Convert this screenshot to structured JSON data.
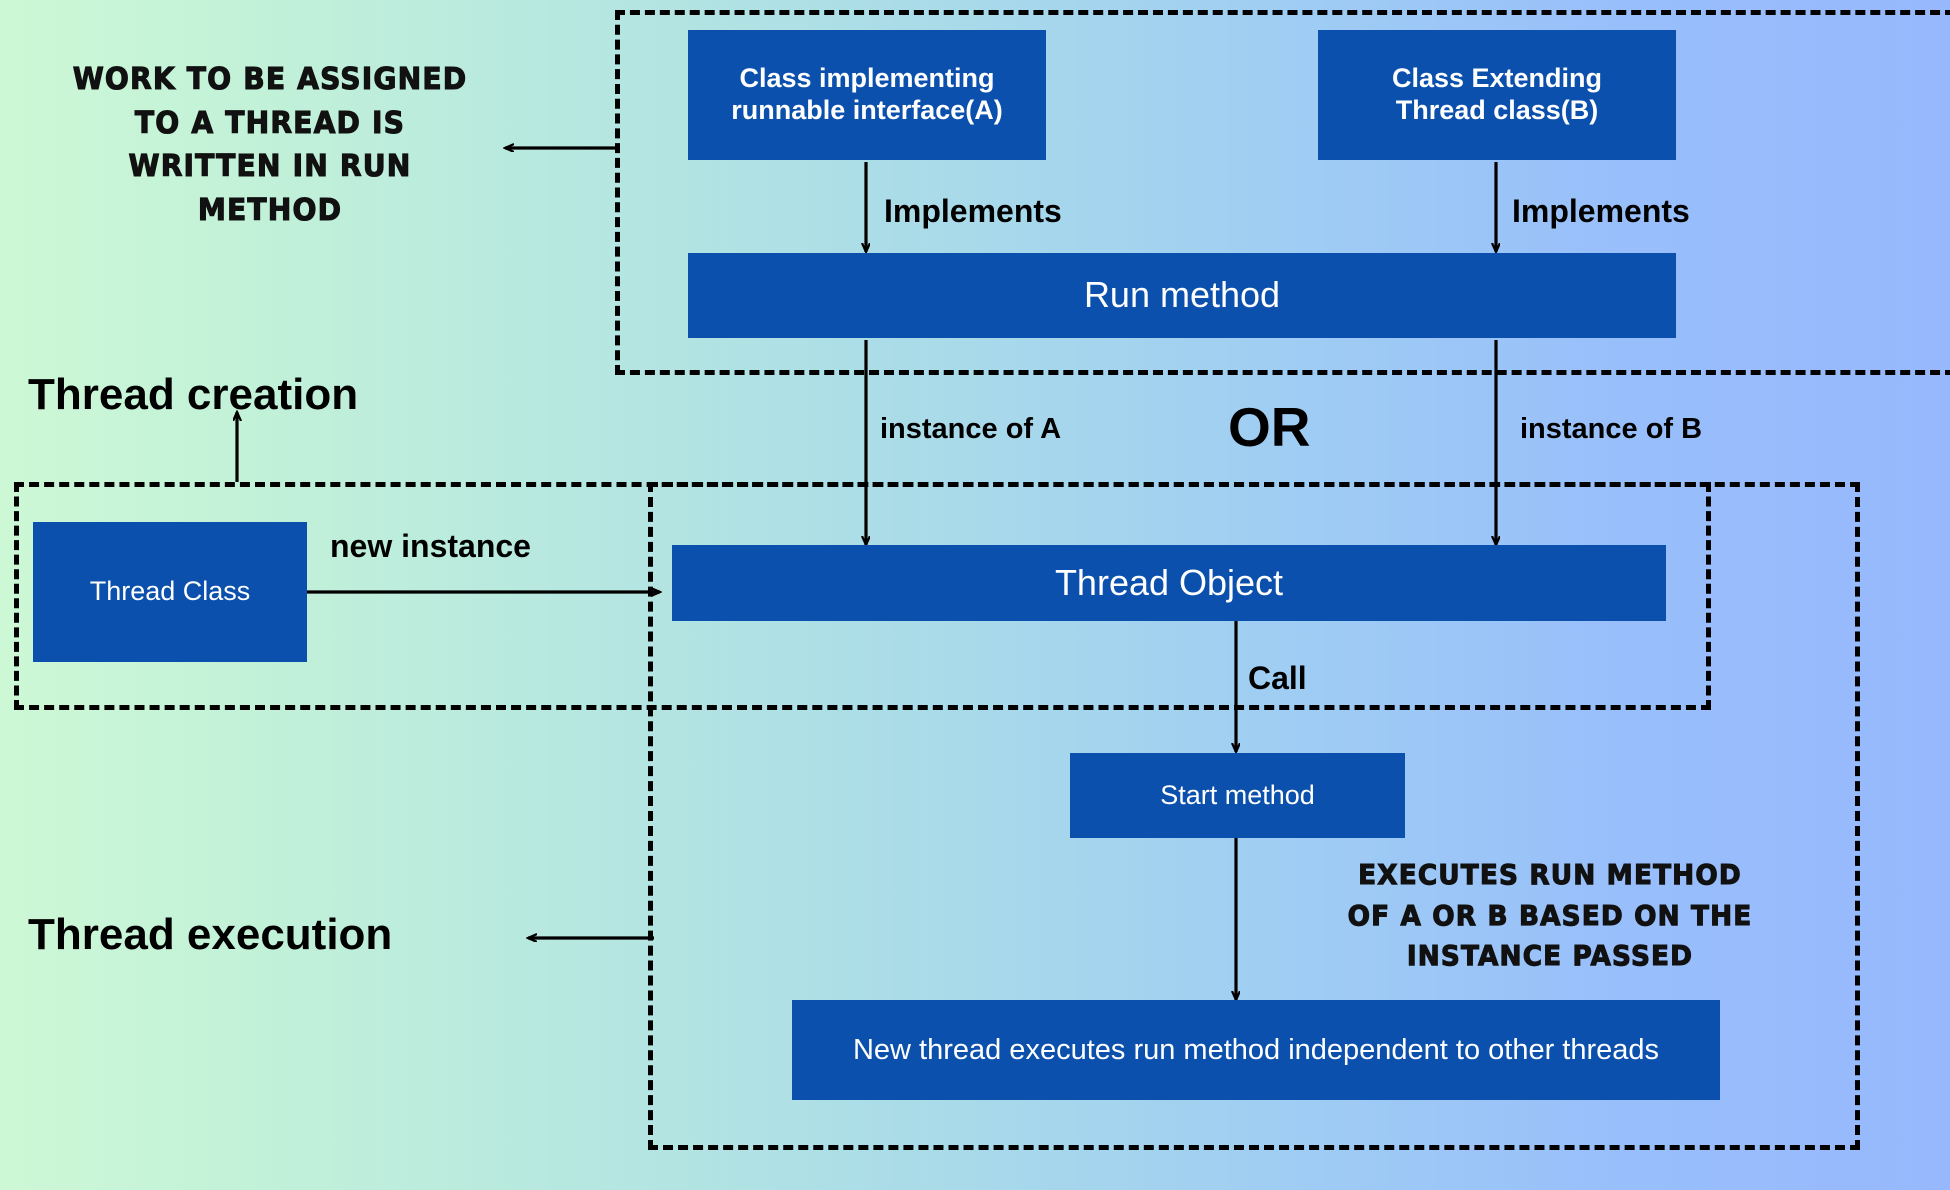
{
  "diagram": {
    "title_hidden": "Java Thread creation and execution flow",
    "background": {
      "from": "#cdf8d6",
      "to": "#97b8fd"
    },
    "box_color": "#0B50AC",
    "box_text_color": "#ffffff",
    "line_color": "#000000"
  },
  "groups": [
    {
      "id": "run-method-group",
      "label": ""
    },
    {
      "id": "thread-creation-group",
      "label": ""
    },
    {
      "id": "thread-execution-group",
      "label": ""
    }
  ],
  "sections": {
    "creation": "Thread creation",
    "execution": "Thread execution"
  },
  "callouts": {
    "run_method_note": "Work to be assigned to a thread is written in run method",
    "run_method_note_lines": [
      "Work to be assigned",
      "to a thread is",
      "written in run method"
    ],
    "start_method_note": "Executes run method of A or B based on the instance passed",
    "start_method_note_lines": [
      "Executes run method",
      "of A or B based on the",
      "instance passed"
    ]
  },
  "nodes": {
    "class_a": "Class implementing runnable interface(A)",
    "class_a_lines": [
      "Class implementing",
      "runnable interface(A)"
    ],
    "class_b": "Class Extending Thread class(B)",
    "class_b_lines": [
      "Class Extending",
      "Thread class(B)"
    ],
    "run_method": "Run method",
    "thread_class": "Thread Class",
    "thread_object": "Thread Object",
    "start_method": "Start method",
    "new_thread": "New thread executes run method independent to other threads"
  },
  "edges": {
    "implements_left": "Implements",
    "implements_right": "Implements",
    "instance_of_a": "instance of A",
    "instance_of_b": "instance of B",
    "or": "OR",
    "new_instance": "new instance",
    "call": "Call"
  }
}
